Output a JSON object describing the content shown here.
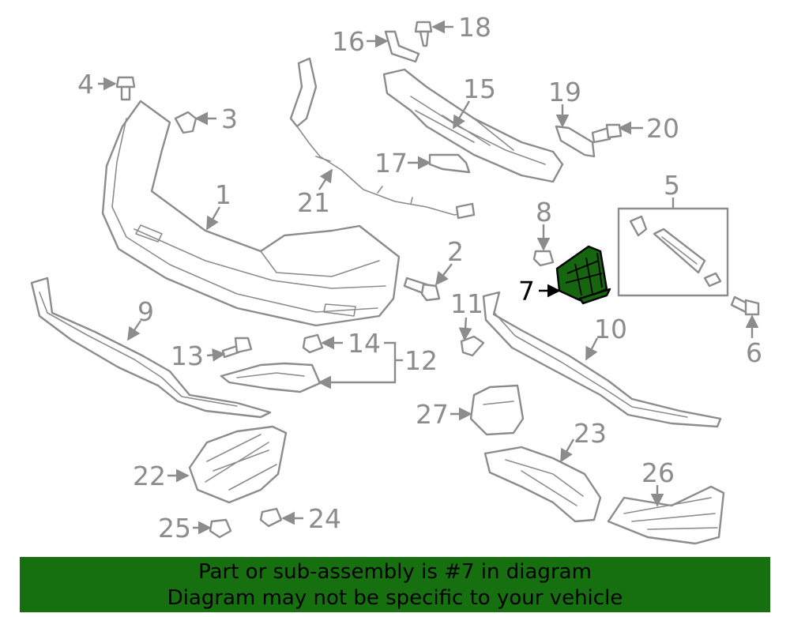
{
  "diagram": {
    "highlighted_part": "7",
    "callouts": [
      "1",
      "2",
      "3",
      "4",
      "5",
      "6",
      "7",
      "8",
      "9",
      "10",
      "11",
      "12",
      "13",
      "14",
      "15",
      "16",
      "17",
      "18",
      "19",
      "20",
      "21",
      "22",
      "23",
      "24",
      "25",
      "26",
      "27"
    ],
    "colors": {
      "line": "#8c8c8c",
      "highlight": "#16660f",
      "banner": "#167010"
    }
  },
  "banner": {
    "line1": "Part or sub-assembly is #7 in diagram",
    "line2": "Diagram may not be specific to your vehicle"
  }
}
